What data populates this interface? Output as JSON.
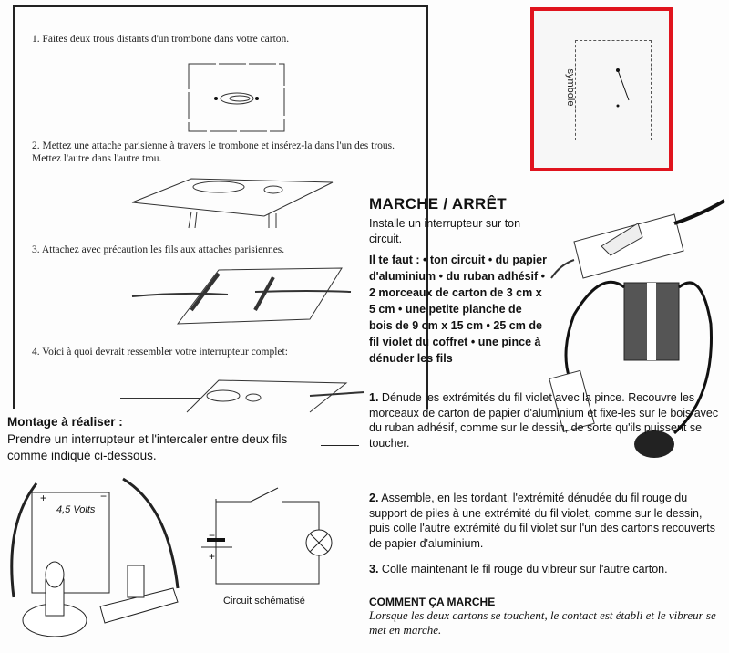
{
  "worksheet": {
    "step1": "1. Faites deux trous distants d'un trombone dans votre carton.",
    "step2": "2. Mettez une attache parisienne à travers le trombone et insérez-la dans l'un des trous. Mettez l'autre dans l'autre trou.",
    "step3": "3. Attachez avec précaution les fils aux attaches parisiennes.",
    "step4": "4. Voici à quoi devrait ressembler votre interrupteur complet:"
  },
  "symbol_card": {
    "label": "symbole",
    "border_color": "#e0141e"
  },
  "marche_arret": {
    "title": "Marche / Arrêt",
    "intro": "Installe un interrupteur sur ton circuit.",
    "needs_label": "Il te faut :",
    "needs": [
      "ton circuit",
      "du papier d'aluminium",
      "du ruban adhésif",
      "2 morceaux de carton de 3 cm x 5 cm",
      "une petite planche de bois de 9 cm x 15 cm",
      "25 cm de fil violet du coffret",
      "une pince à dénuder les fils"
    ],
    "steps": [
      {
        "num": "1.",
        "text": "Dénude les extrémités du fil violet avec la pince. Recouvre les morceaux de carton de papier d'aluminium et fixe-les sur le bois avec du ruban adhésif, comme sur le dessin, de sorte qu'ils puissent se toucher."
      },
      {
        "num": "2.",
        "text": "Assemble, en les tordant, l'extrémité dénudée du fil rouge du support de piles à une extrémité du fil violet, comme sur le dessin, puis colle l'autre extrémité du fil violet sur l'un des cartons recouverts de papier d'aluminium."
      },
      {
        "num": "3.",
        "text": "Colle maintenant le fil rouge du vibreur sur l'autre carton."
      }
    ],
    "how_title": "Comment ça marche",
    "how_text": "Lorsque les deux cartons se touchent, le contact est établi et le vibreur se met en marche."
  },
  "montage": {
    "title": "Montage à réaliser :",
    "line1": "Prendre un interrupteur et l'intercaler entre deux fils",
    "line2": "comme indiqué ci-dessous.",
    "battery_label": "4,5 Volts",
    "plus": "+",
    "minus": "−",
    "schematic_caption": "Circuit schématisé"
  }
}
